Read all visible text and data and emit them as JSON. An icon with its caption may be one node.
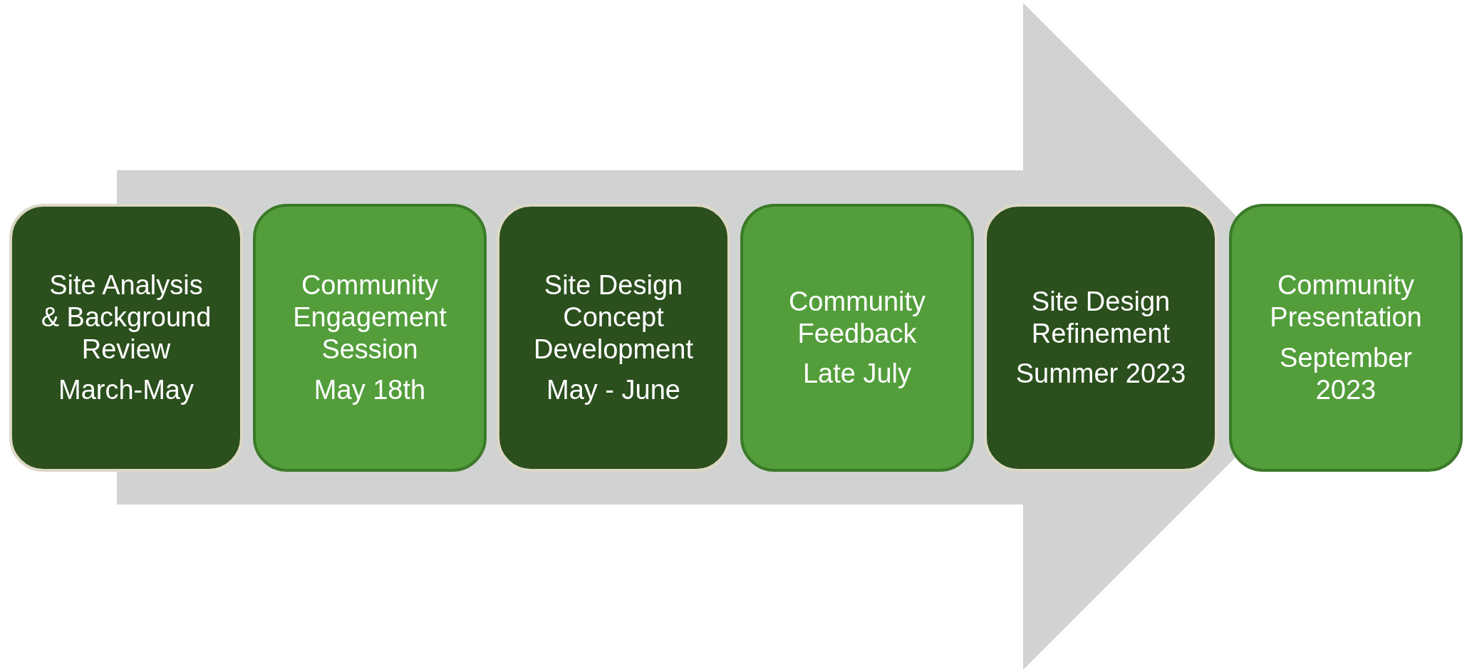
{
  "diagram": {
    "nodes": [
      {
        "text": [
          "Site Analysis & Background Review",
          "March-May"
        ]
      },
      {
        "text": [
          "Community Engagement Session",
          "May 18th"
        ]
      },
      {
        "text": [
          "Site Design Concept Development",
          "May - June"
        ]
      },
      {
        "text": [
          "Community Feedback",
          "Late July"
        ]
      },
      {
        "text": [
          "Site Design Refinement",
          "Summer 2023"
        ]
      },
      {
        "text": [
          "Community Presentation",
          "September 2023"
        ]
      }
    ],
    "edges": [
      {
        "from": 0,
        "to": 5,
        "arrow": "to"
      }
    ]
  }
}
